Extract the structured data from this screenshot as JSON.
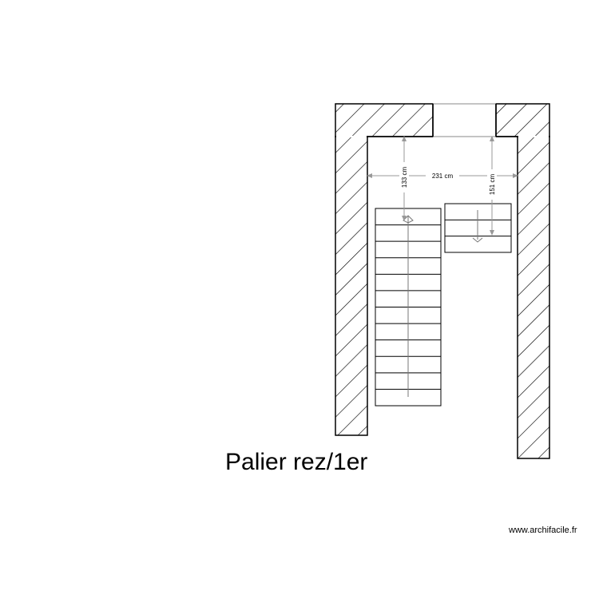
{
  "plan": {
    "title": "Palier rez/1er",
    "watermark": "www.archifacile.fr",
    "dimensions": {
      "width_label": "231 cm",
      "left_depth_label": "133 cm",
      "right_depth_label": "151 cm"
    },
    "stairs": {
      "left_flight_steps": 12,
      "right_flight_steps": 3
    },
    "colors": {
      "wall_stroke": "#000000",
      "dimension_line": "#999999",
      "opening_stroke": "#888888"
    }
  }
}
